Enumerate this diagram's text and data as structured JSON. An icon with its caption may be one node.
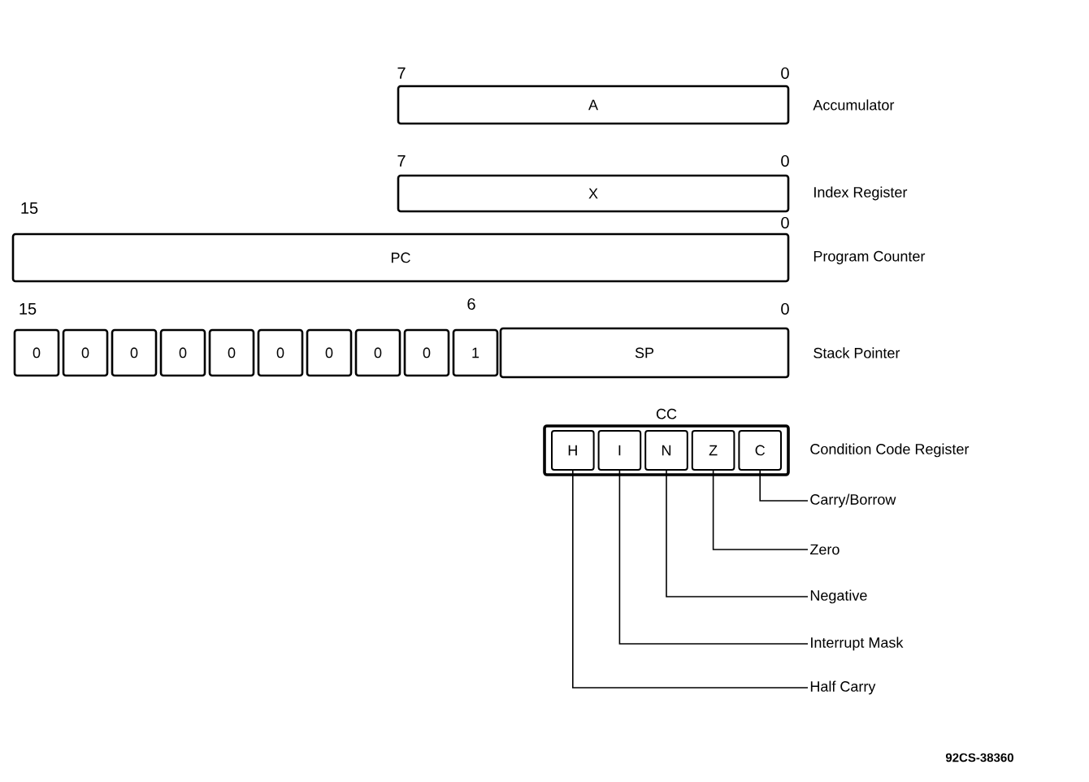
{
  "diagram": {
    "nodes": [
      {
        "text": [
          "A"
        ],
        "beside": [
          "Accumulator"
        ]
      },
      {
        "text": [
          "X"
        ],
        "beside": [
          "Index Register"
        ]
      },
      {
        "text": [
          "PC"
        ],
        "beside": [
          "Program Counter"
        ]
      },
      {
        "text": [
          "0"
        ]
      },
      {
        "text": [
          "0"
        ]
      },
      {
        "text": [
          "0"
        ]
      },
      {
        "text": [
          "0"
        ]
      },
      {
        "text": [
          "0"
        ]
      },
      {
        "text": [
          "0"
        ]
      },
      {
        "text": [
          "0"
        ]
      },
      {
        "text": [
          "0"
        ]
      },
      {
        "text": [
          "0"
        ]
      },
      {
        "text": [
          "1"
        ]
      },
      {
        "text": [
          "SP"
        ],
        "beside": [
          "Stack Pointer"
        ]
      },
      {
        "text": [
          "CC"
        ],
        "beside": [
          "Condition Code Register"
        ]
      },
      {
        "text": [
          "H"
        ],
        "in": 14
      },
      {
        "text": [
          "I"
        ],
        "in": 14
      },
      {
        "text": [
          "N"
        ],
        "in": 14
      },
      {
        "text": [
          "Z"
        ],
        "in": 14
      },
      {
        "text": [
          "C"
        ],
        "in": 14
      },
      {
        "text": [
          "Carry/Borrow"
        ]
      },
      {
        "text": [
          "Zero"
        ]
      },
      {
        "text": [
          "Negative"
        ]
      },
      {
        "text": [
          "Interrupt Mask"
        ]
      },
      {
        "text": [
          "Half Carry"
        ]
      }
    ],
    "edges": [
      {
        "from": 20,
        "to": 19,
        "arrow": "none"
      },
      {
        "from": 21,
        "to": 18,
        "arrow": "none"
      },
      {
        "from": 22,
        "to": 17,
        "arrow": "none"
      },
      {
        "from": 23,
        "to": 16,
        "arrow": "none"
      },
      {
        "from": 24,
        "to": 15,
        "arrow": "none"
      }
    ],
    "labels": [
      "7",
      "0",
      "7",
      "0",
      "15",
      "0",
      "15",
      "6",
      "0",
      "92CS-38360"
    ]
  }
}
